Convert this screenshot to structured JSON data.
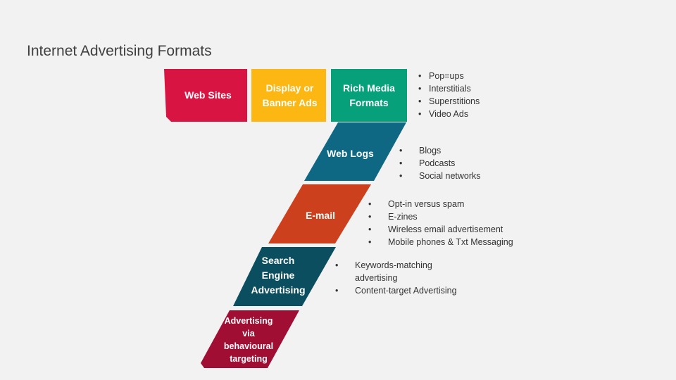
{
  "title": "Internet Advertising Formats",
  "colors": {
    "web_sites": "#d81542",
    "display": "#fdb712",
    "rich_media": "#06a07a",
    "web_logs": "#0e6783",
    "email": "#cc401d",
    "search": "#0b4e5f",
    "behavioural": "#a10e33"
  },
  "blocks": [
    {
      "label": "Web Sites"
    },
    {
      "label": "Display or Banner Ads"
    },
    {
      "label": "Rich Media Formats",
      "bullets": [
        "Pop=ups",
        "Interstitials",
        "Superstitions",
        "Video Ads"
      ]
    },
    {
      "label": "Web Logs",
      "bullets": [
        "Blogs",
        "Podcasts",
        "Social networks"
      ]
    },
    {
      "label": "E-mail",
      "bullets": [
        "Opt-in versus spam",
        "E-zines",
        "Wireless email advertisement",
        "Mobile phones & Txt Messaging"
      ]
    },
    {
      "label": "Search Engine Advertising",
      "bullets": [
        "Keywords-matching advertising",
        "Content-target Advertising"
      ]
    },
    {
      "label": "Advertising via behavioural targeting"
    }
  ]
}
